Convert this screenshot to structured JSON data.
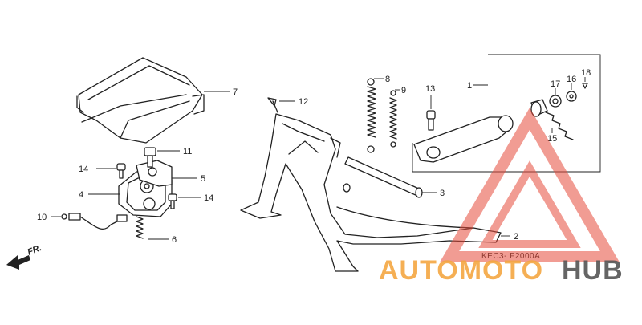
{
  "diagram": {
    "part_callouts": [
      "1",
      "2",
      "3",
      "4",
      "5",
      "6",
      "7",
      "8",
      "9",
      "10",
      "11",
      "12",
      "13",
      "14",
      "14",
      "15",
      "16",
      "17",
      "18"
    ],
    "drawing_code": "KEC3- F2000A",
    "direction_label": "FR.",
    "watermark": {
      "text_part1": "AUTOMOTO",
      "text_part2": "HUB",
      "color_primary": "#f4a742",
      "color_secondary": "#e74c3c",
      "color_dark": "#555555",
      "logo": "triangle-logo"
    },
    "line_color": "#222222"
  }
}
